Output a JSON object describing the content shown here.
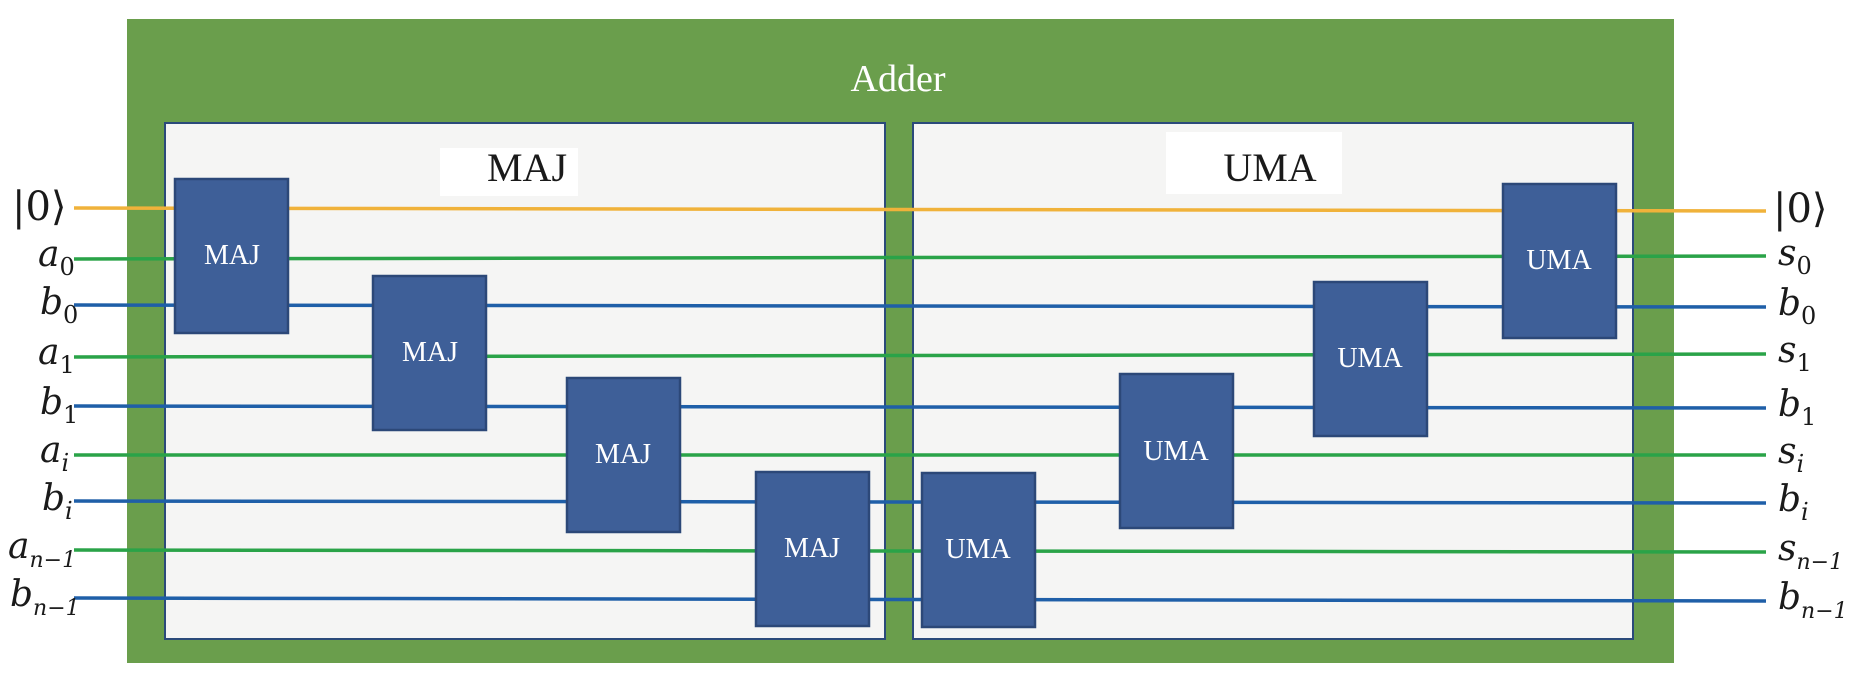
{
  "title": "Adder",
  "sections": {
    "maj": {
      "label": "MAJ"
    },
    "uma": {
      "label": "UMA"
    }
  },
  "left_labels": [
    {
      "base": "|0⟩",
      "sub": ""
    },
    {
      "base": "a",
      "sub": "0"
    },
    {
      "base": "b",
      "sub": "0"
    },
    {
      "base": "a",
      "sub": "1"
    },
    {
      "base": "b",
      "sub": "1"
    },
    {
      "base": "a",
      "sub": "i"
    },
    {
      "base": "b",
      "sub": "i"
    },
    {
      "base": "a",
      "sub": "n−1"
    },
    {
      "base": "b",
      "sub": "n−1"
    }
  ],
  "right_labels": [
    {
      "base": "|0⟩",
      "sub": ""
    },
    {
      "base": "s",
      "sub": "0"
    },
    {
      "base": "b",
      "sub": "0"
    },
    {
      "base": "s",
      "sub": "1"
    },
    {
      "base": "b",
      "sub": "1"
    },
    {
      "base": "s",
      "sub": "i"
    },
    {
      "base": "b",
      "sub": "i"
    },
    {
      "base": "s",
      "sub": "n−1"
    },
    {
      "base": "b",
      "sub": "n−1"
    }
  ],
  "maj_gates": [
    "MAJ",
    "MAJ",
    "MAJ",
    "MAJ"
  ],
  "uma_gates": [
    "UMA",
    "UMA",
    "UMA",
    "UMA"
  ],
  "colors": {
    "outer_box": "#6a9e4c",
    "panel": "#f5f5f4",
    "panel_border": "#2b4a7a",
    "gate": "#3e5f98",
    "gate_border": "#2c4878",
    "wire_ancilla": "#f0b23a",
    "wire_a": "#2aa348",
    "wire_b": "#1f5fa8"
  }
}
